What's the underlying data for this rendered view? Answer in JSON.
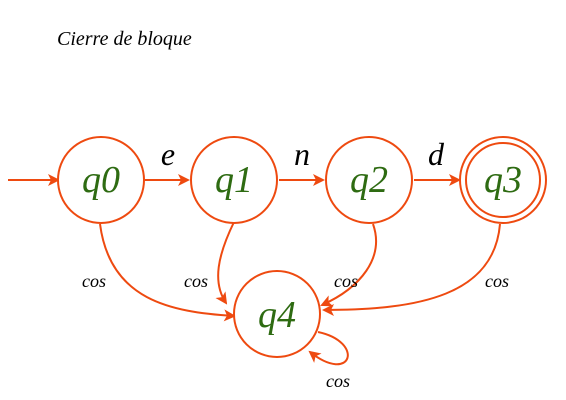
{
  "title": "Cierre de bloque",
  "colors": {
    "edge": "#ee4a10",
    "state_text": "#2e6b12",
    "label_text": "#000000",
    "background": "#ffffff"
  },
  "states": [
    {
      "id": "q0",
      "label": "q0",
      "initial": true,
      "accepting": false
    },
    {
      "id": "q1",
      "label": "q1",
      "initial": false,
      "accepting": false
    },
    {
      "id": "q2",
      "label": "q2",
      "initial": false,
      "accepting": false
    },
    {
      "id": "q3",
      "label": "q3",
      "initial": false,
      "accepting": true
    },
    {
      "id": "q4",
      "label": "q4",
      "initial": false,
      "accepting": false
    }
  ],
  "transitions": [
    {
      "from": "q0",
      "to": "q1",
      "label": "e"
    },
    {
      "from": "q1",
      "to": "q2",
      "label": "n"
    },
    {
      "from": "q2",
      "to": "q3",
      "label": "d"
    },
    {
      "from": "q0",
      "to": "q4",
      "label": "cos"
    },
    {
      "from": "q1",
      "to": "q4",
      "label": "cos"
    },
    {
      "from": "q2",
      "to": "q4",
      "label": "cos"
    },
    {
      "from": "q3",
      "to": "q4",
      "label": "cos"
    },
    {
      "from": "q4",
      "to": "q4",
      "label": "cos"
    }
  ]
}
